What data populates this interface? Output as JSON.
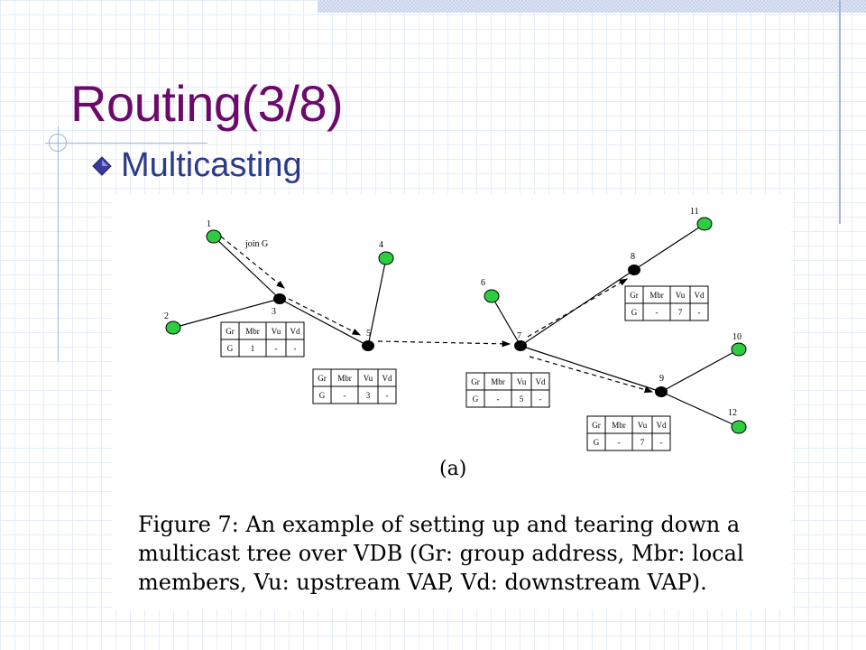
{
  "slide": {
    "title": "Routing(3/8)",
    "bullet": "Multicasting",
    "accent_title_color": "#6b0a6b",
    "bullet_color": "#2b3a8a"
  },
  "diagram": {
    "join_label": "join G",
    "subfigure_label": "(a)",
    "nodes": [
      {
        "id": "1",
        "kind": "member"
      },
      {
        "id": "2",
        "kind": "member"
      },
      {
        "id": "3",
        "kind": "router"
      },
      {
        "id": "4",
        "kind": "member"
      },
      {
        "id": "5",
        "kind": "router"
      },
      {
        "id": "6",
        "kind": "member"
      },
      {
        "id": "7",
        "kind": "router"
      },
      {
        "id": "8",
        "kind": "router"
      },
      {
        "id": "9",
        "kind": "router"
      },
      {
        "id": "10",
        "kind": "member"
      },
      {
        "id": "11",
        "kind": "member"
      },
      {
        "id": "12",
        "kind": "member"
      }
    ],
    "member_color": "#2ecc40",
    "router_color": "#000000",
    "table_header": [
      "Gr",
      "Mbr",
      "Vu",
      "Vd"
    ],
    "tables": [
      {
        "node": "3",
        "row": [
          "G",
          "1",
          "-",
          "-"
        ]
      },
      {
        "node": "5",
        "row": [
          "G",
          "-",
          "3",
          "-"
        ]
      },
      {
        "node": "7",
        "row": [
          "G",
          "-",
          "5",
          "-"
        ]
      },
      {
        "node": "8",
        "row": [
          "G",
          "-",
          "7",
          "-"
        ]
      },
      {
        "node": "9",
        "row": [
          "G",
          "-",
          "7",
          "-"
        ]
      }
    ]
  },
  "caption": {
    "line1": "Figure 7:  An example of setting up and tearing down a",
    "line2": "multicast tree over VDB (Gr:  group address, Mbr:  local",
    "line3": "members, Vu:  upstream VAP, Vd:  downstream VAP)."
  }
}
